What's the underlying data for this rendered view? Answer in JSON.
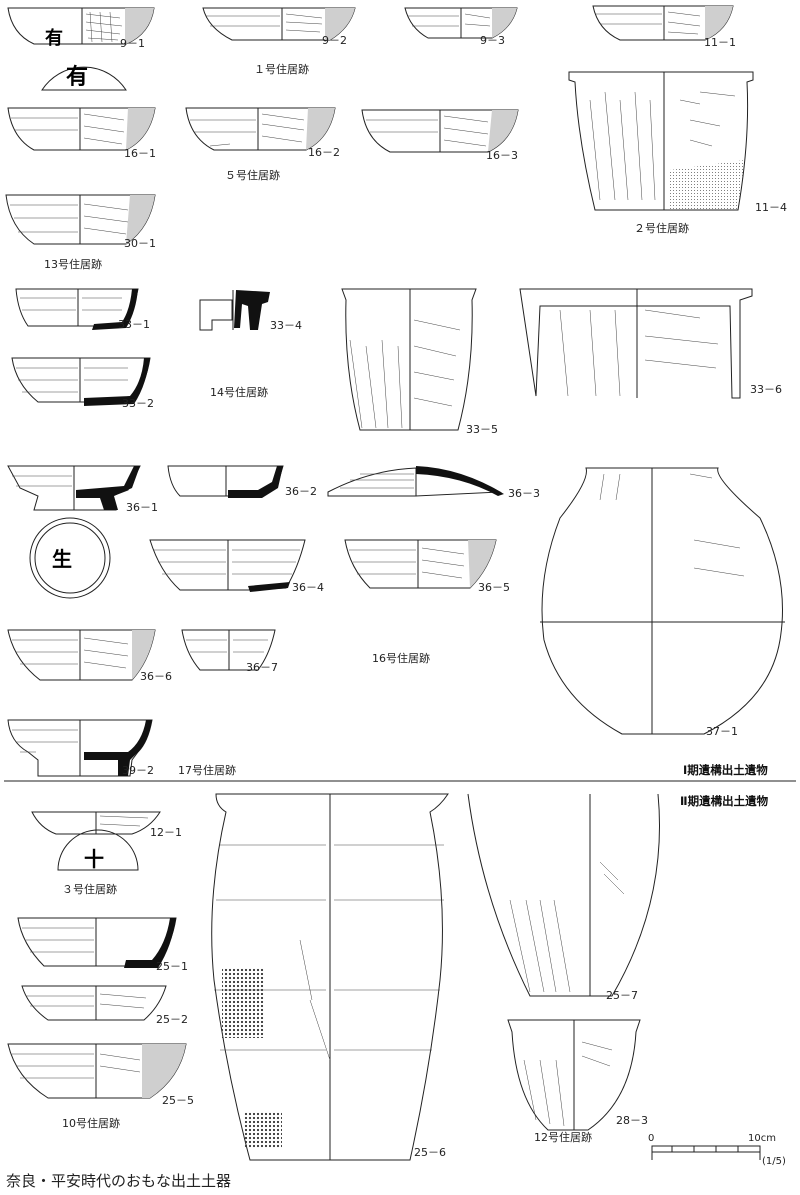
{
  "title": "奈良・平安時代のおもな出土土器",
  "phases": {
    "phase1": "Ⅰ期遺構出土遺物",
    "phase2": "Ⅱ期遺構出土遺物"
  },
  "dwellings": {
    "d1": "１号住居跡",
    "d2": "２号住居跡",
    "d5": "５号住居跡",
    "d13": "13号住居跡",
    "d14": "14号住居跡",
    "d16": "16号住居跡",
    "d17": "17号住居跡",
    "d3": "３号住居跡",
    "d10": "10号住居跡",
    "d12": "12号住居跡"
  },
  "inscriptions": {
    "yu": "有",
    "sei": "生",
    "ju": "十"
  },
  "scale": {
    "zero": "0",
    "ten": "10cm",
    "ratio": "(1/5)"
  },
  "pieces": [
    {
      "label": "9－1"
    },
    {
      "label": "9－2"
    },
    {
      "label": "9－3"
    },
    {
      "label": "11－1"
    },
    {
      "label": "16－1"
    },
    {
      "label": "16－2"
    },
    {
      "label": "16－3"
    },
    {
      "label": "11－4"
    },
    {
      "label": "30－1"
    },
    {
      "label": "33－1"
    },
    {
      "label": "33－4"
    },
    {
      "label": "33－2"
    },
    {
      "label": "33－5"
    },
    {
      "label": "33－6"
    },
    {
      "label": "36－1"
    },
    {
      "label": "36－2"
    },
    {
      "label": "36－3"
    },
    {
      "label": "36－4"
    },
    {
      "label": "36－5"
    },
    {
      "label": "36－6"
    },
    {
      "label": "36－7"
    },
    {
      "label": "37－1"
    },
    {
      "label": "39－2"
    },
    {
      "label": "12－1"
    },
    {
      "label": "25－1"
    },
    {
      "label": "25－2"
    },
    {
      "label": "25－5"
    },
    {
      "label": "25－6"
    },
    {
      "label": "25－7"
    },
    {
      "label": "28－3"
    }
  ]
}
